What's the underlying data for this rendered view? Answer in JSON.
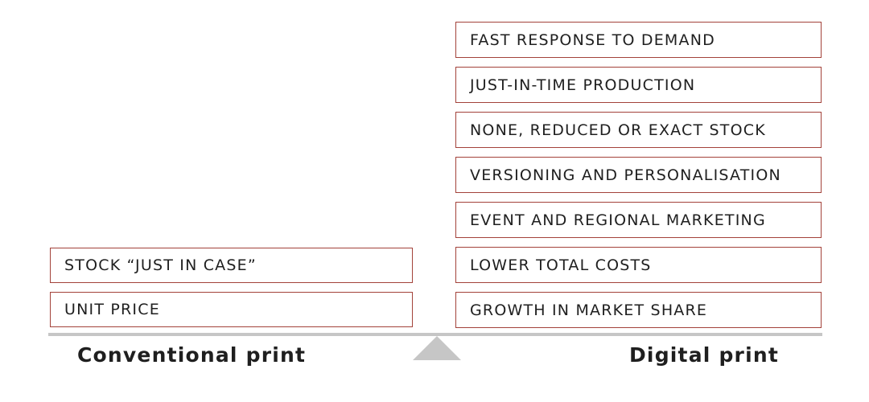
{
  "conventional": {
    "label": "Conventional print",
    "items": [
      "STOCK “JUST IN CASE”",
      "UNIT PRICE"
    ]
  },
  "digital": {
    "label": "Digital print",
    "items": [
      "FAST RESPONSE TO DEMAND",
      "JUST-IN-TIME PRODUCTION",
      "NONE, REDUCED OR EXACT STOCK",
      "VERSIONING AND PERSONALISATION",
      "EVENT AND REGIONAL MARKETING",
      "LOWER TOTAL COSTS",
      "GROWTH IN MARKET SHARE"
    ]
  },
  "colors": {
    "box_border": "#a3423a",
    "beam": "#c6c6c6",
    "text": "#1f1f1f"
  }
}
